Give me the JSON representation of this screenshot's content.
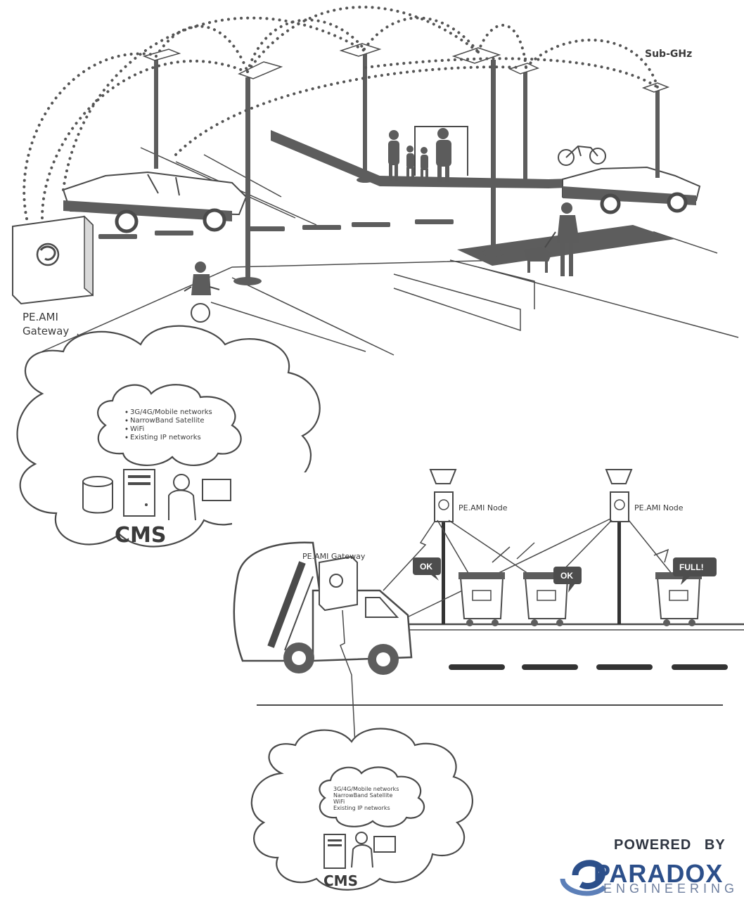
{
  "top_scene": {
    "radio_label": "Sub-GHz",
    "gateway_label_line1": "PE.AMI",
    "gateway_label_line2": "Gateway",
    "networks": [
      "3G/4G/Mobile networks",
      "NarrowBand Satellite",
      "WiFi",
      "Existing IP networks"
    ],
    "cms_label": "CMS"
  },
  "bottom_scene": {
    "gateway_label": "PE.AMI Gateway",
    "node1_label": "PE.AMI Node",
    "node2_label": "PE.AMI Node",
    "bubble1": "OK",
    "bubble2": "OK",
    "bubble3": "FULL!",
    "networks": [
      "3G/4G/Mobile networks",
      "NarrowBand Satellite",
      "WiFi",
      "Existing IP networks"
    ],
    "cms_label": "CMS"
  },
  "branding": {
    "powered_by": "POWERED BY",
    "logo_word": "PARADOX",
    "logo_sub": "ENGINEERING",
    "brand_color": "#2c4f8a"
  }
}
